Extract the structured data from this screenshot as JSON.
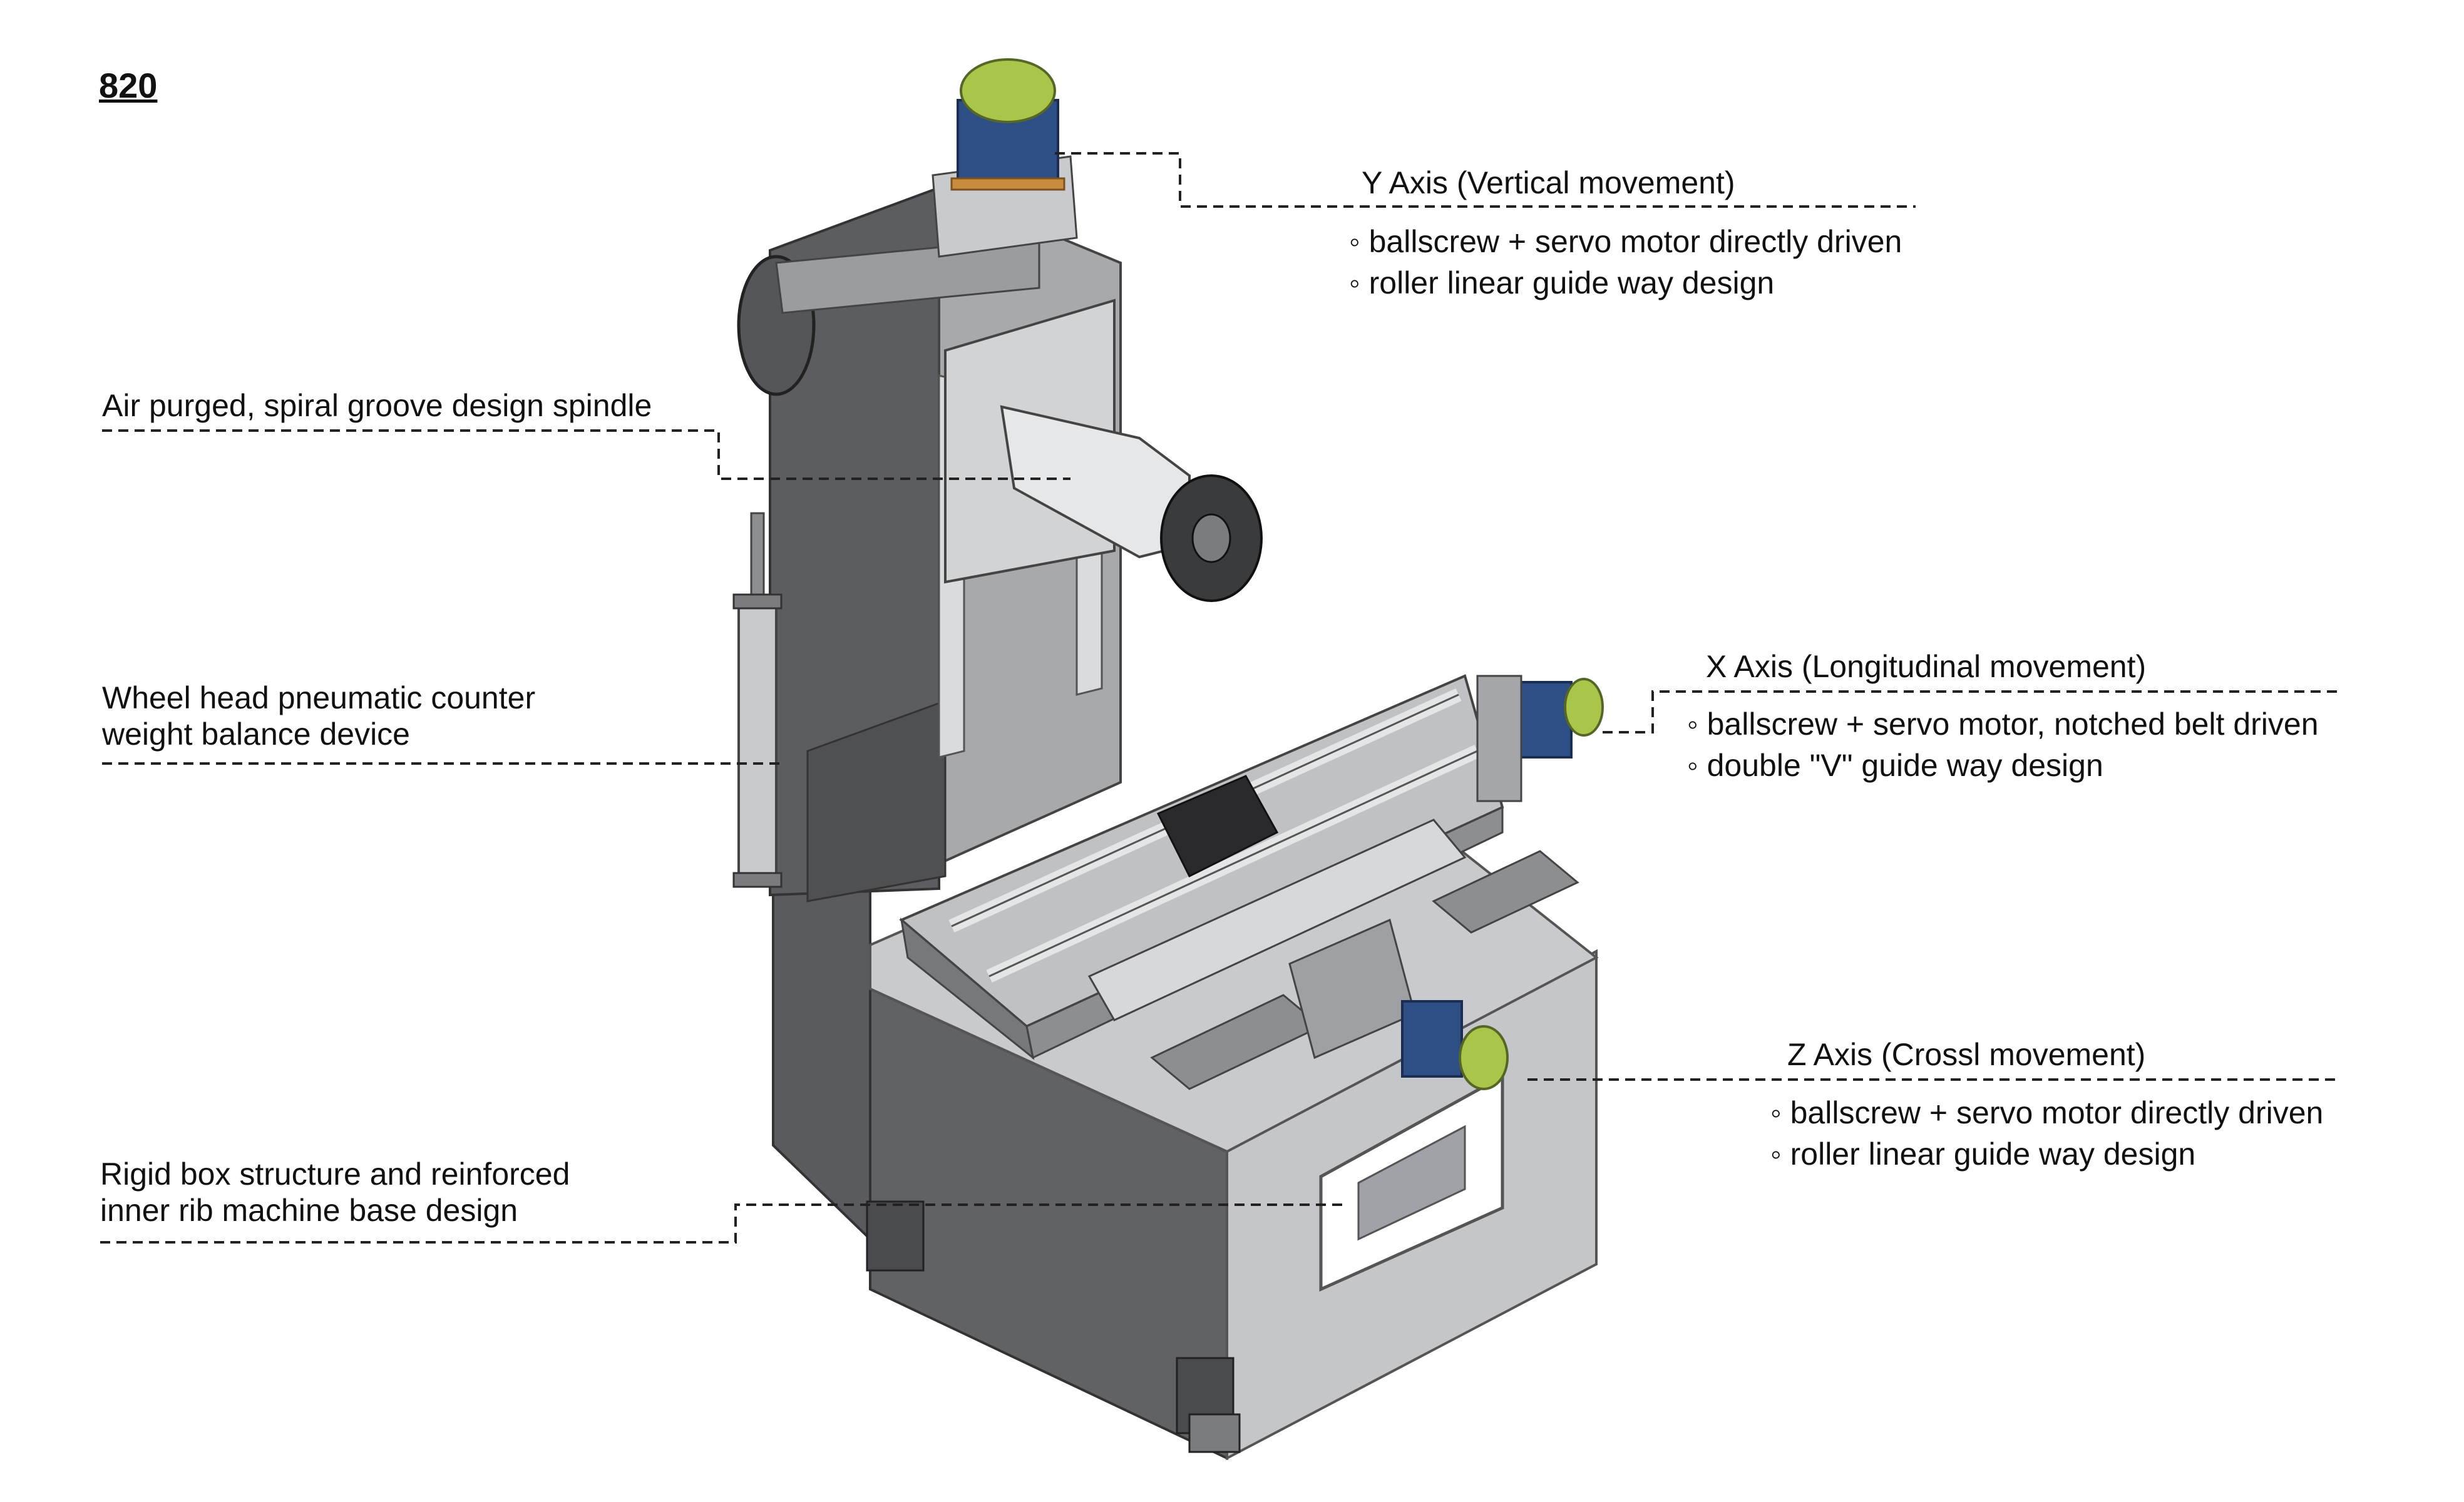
{
  "title": "820",
  "annotations": {
    "spindle": "Air purged, spiral groove design spindle",
    "counterweight": {
      "line1": "Wheel head pneumatic counter",
      "line2": "weight balance device"
    },
    "base": {
      "line1": "Rigid box structure and reinforced",
      "line2": "inner rib machine base design"
    },
    "y_axis": {
      "heading": "Y Axis (Vertical movement)",
      "bullets": [
        "ballscrew + servo motor directly driven",
        "roller linear guide way design"
      ]
    },
    "x_axis": {
      "heading": "X Axis (Longitudinal movement)",
      "bullets": [
        "ballscrew + servo motor, notched belt driven",
        "double \"V\" guide way design"
      ]
    },
    "z_axis": {
      "heading": "Z Axis (Crossl movement)",
      "bullets": [
        "ballscrew + servo motor directly driven",
        "roller linear guide way design"
      ]
    }
  },
  "colors": {
    "machine_dark": "#5a5b5e",
    "machine_mid": "#8c8e92",
    "machine_light": "#d4d6d8",
    "motor_blue": "#2e4f86",
    "motor_green": "#a9c64a",
    "leader_line": "#222222"
  }
}
